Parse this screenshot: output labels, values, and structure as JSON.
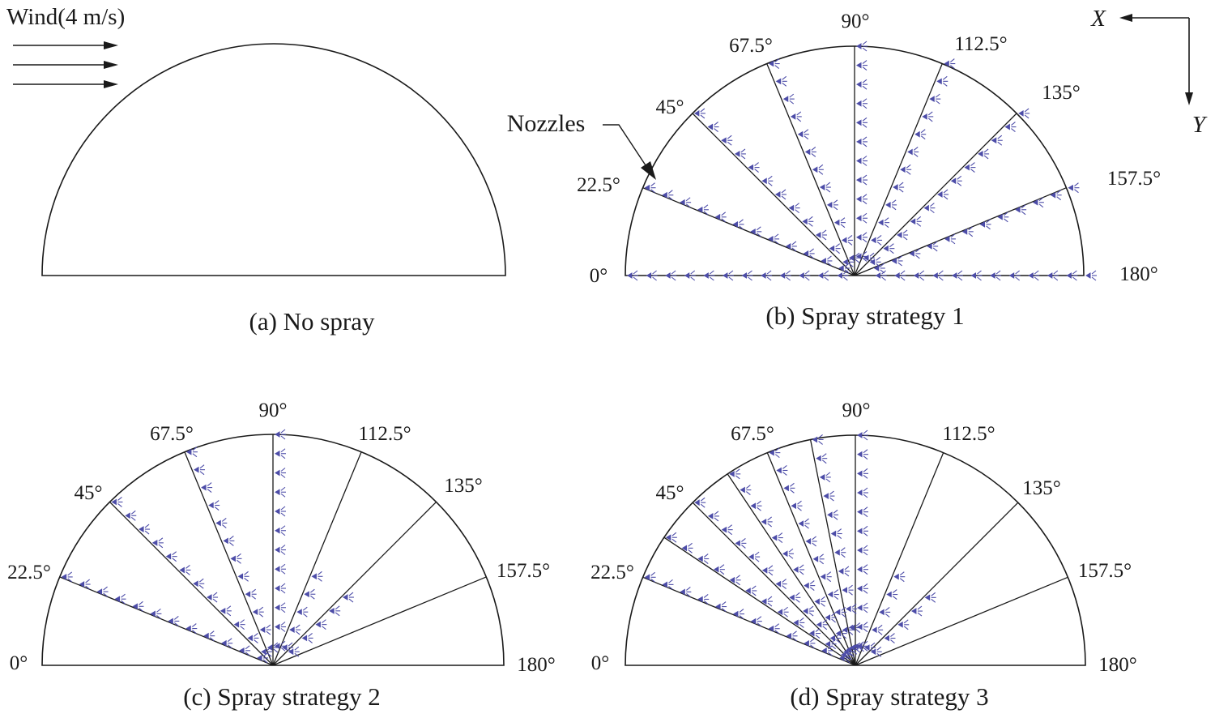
{
  "wind": {
    "label": "Wind(4 m/s)"
  },
  "axes": {
    "x": "X",
    "y": "Y"
  },
  "nozzle_callout": "Nozzles",
  "panels": [
    {
      "id": "a",
      "caption": "(a)  No spray",
      "labels": []
    },
    {
      "id": "b",
      "caption": "(b)  Spray strategy 1",
      "labels": [
        "0°",
        "22.5°",
        "45°",
        "67.5°",
        "90°",
        "112.5°",
        "135°",
        "157.5°",
        "180°"
      ],
      "sprayed_angles": [
        0,
        22.5,
        45,
        67.5,
        90,
        112.5,
        135,
        157.5,
        180
      ]
    },
    {
      "id": "c",
      "caption": "(c)  Spray strategy 2",
      "labels": [
        "0°",
        "22.5°",
        "45°",
        "67.5°",
        "90°",
        "112.5°",
        "135°",
        "157.5°",
        "180°"
      ],
      "sprayed_angles": [
        22.5,
        45,
        67.5,
        90,
        112.5,
        135
      ]
    },
    {
      "id": "d",
      "caption": "(d)  Spray strategy 3",
      "labels": [
        "0°",
        "22.5°",
        "45°",
        "67.5°",
        "90°",
        "112.5°",
        "135°",
        "157.5°",
        "180°"
      ],
      "sprayed_angles": [
        22.5,
        33.75,
        45,
        56.25,
        67.5,
        78.75,
        90,
        112.5,
        135
      ]
    }
  ],
  "colors": {
    "outline": "#1a1a1a",
    "nozzle": "#4d4da8"
  }
}
